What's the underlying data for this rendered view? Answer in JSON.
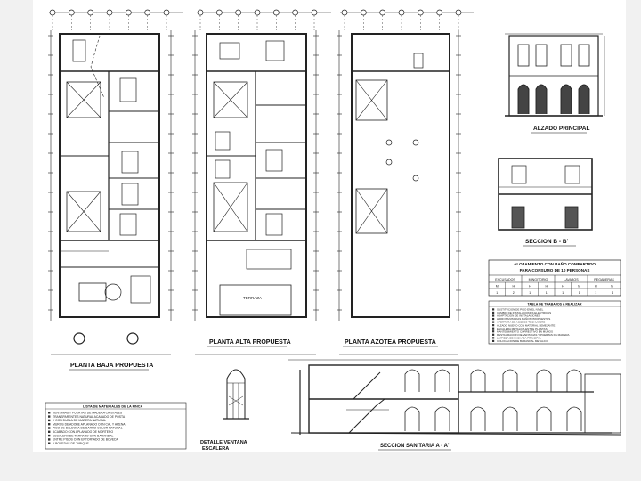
{
  "titles": {
    "planta_baja": "PLANTA BAJA PROPUESTA",
    "planta_alta": "PLANTA ALTA PROPUESTA",
    "planta_azotea": "PLANTA AZOTEA PROPUESTA",
    "alzado": "ALZADO PRINCIPAL",
    "seccion_bb": "SECCION  B - B'",
    "seccion_aa": "SECCION  SANITARIA A - A'",
    "detalle": "DETALLE VENTANA",
    "detalle_sub": "ESCALERA"
  },
  "labels": {
    "terraza": "TERRAZA"
  },
  "alojamiento": {
    "title_line1": "ALOJAMIENTO CON BAÑO COMPARTIDO",
    "title_line2": "PARA CONSUMO DE 10 PERSONAS",
    "headers": [
      "EXCUSADOS",
      "MINGITORIO",
      "LAVABOS",
      "REGADERAS"
    ],
    "sub_headers": [
      "M",
      "H",
      "H",
      "H",
      "H",
      "M",
      "H",
      "M"
    ],
    "values": [
      "1",
      "2",
      "1",
      "1",
      "1",
      "1",
      "1",
      "1"
    ]
  },
  "trabajos": {
    "title": "TABLA DE TRABAJOS A REALIZAR",
    "items": [
      "SUSTITUCION DE PISO EN EL NIVEL",
      "CAMBIO DE INSTALACIONES ELECTRICAS",
      "ADAPTACION DE INSTALACIONES",
      "HIDROSANITARIAS BAÑOS PROPUESTOS",
      "APERTURA DE ACCESO TECHUMBRE",
      "ALZADO NUEVO CON MATERIAL SEMEJANTE",
      "ESCALERA METALICA ENTRE PLANTAS",
      "MANTENIMIENTO CORRECTIVO EN MUROS",
      "RESTAURACION DE VENTANAS Y PUERTAS DE MADERA",
      "LIMPIEZA DE FACHADA PRINCIPAL",
      "COLOCACION DE BARANDAL METALICO"
    ]
  },
  "materiales": {
    "title": "LISTA DE MATERIALES DE LA FINCA",
    "items": [
      "VENTANAS Y PUERTAS DE MADERA CRISTALES",
      "TRANSPARENTES NATURAL ACABADO DE POSTA",
      "Y CON DUELA DE MADERA NATURAL",
      "MUROS DE ADOBE APLANADO CON CAL Y ARENA",
      "PISO DE BALDOSA DE BARRO COLOR NATURAL",
      "ACABADO CON APLANADO DE MORTERO",
      "ESCALERA DE TERRAZO CON BARANDAL",
      "ENTRE PISOS CON ENTORTADO DE BOVEDA",
      "Y BOVEDAS DE TABIQUE"
    ]
  }
}
